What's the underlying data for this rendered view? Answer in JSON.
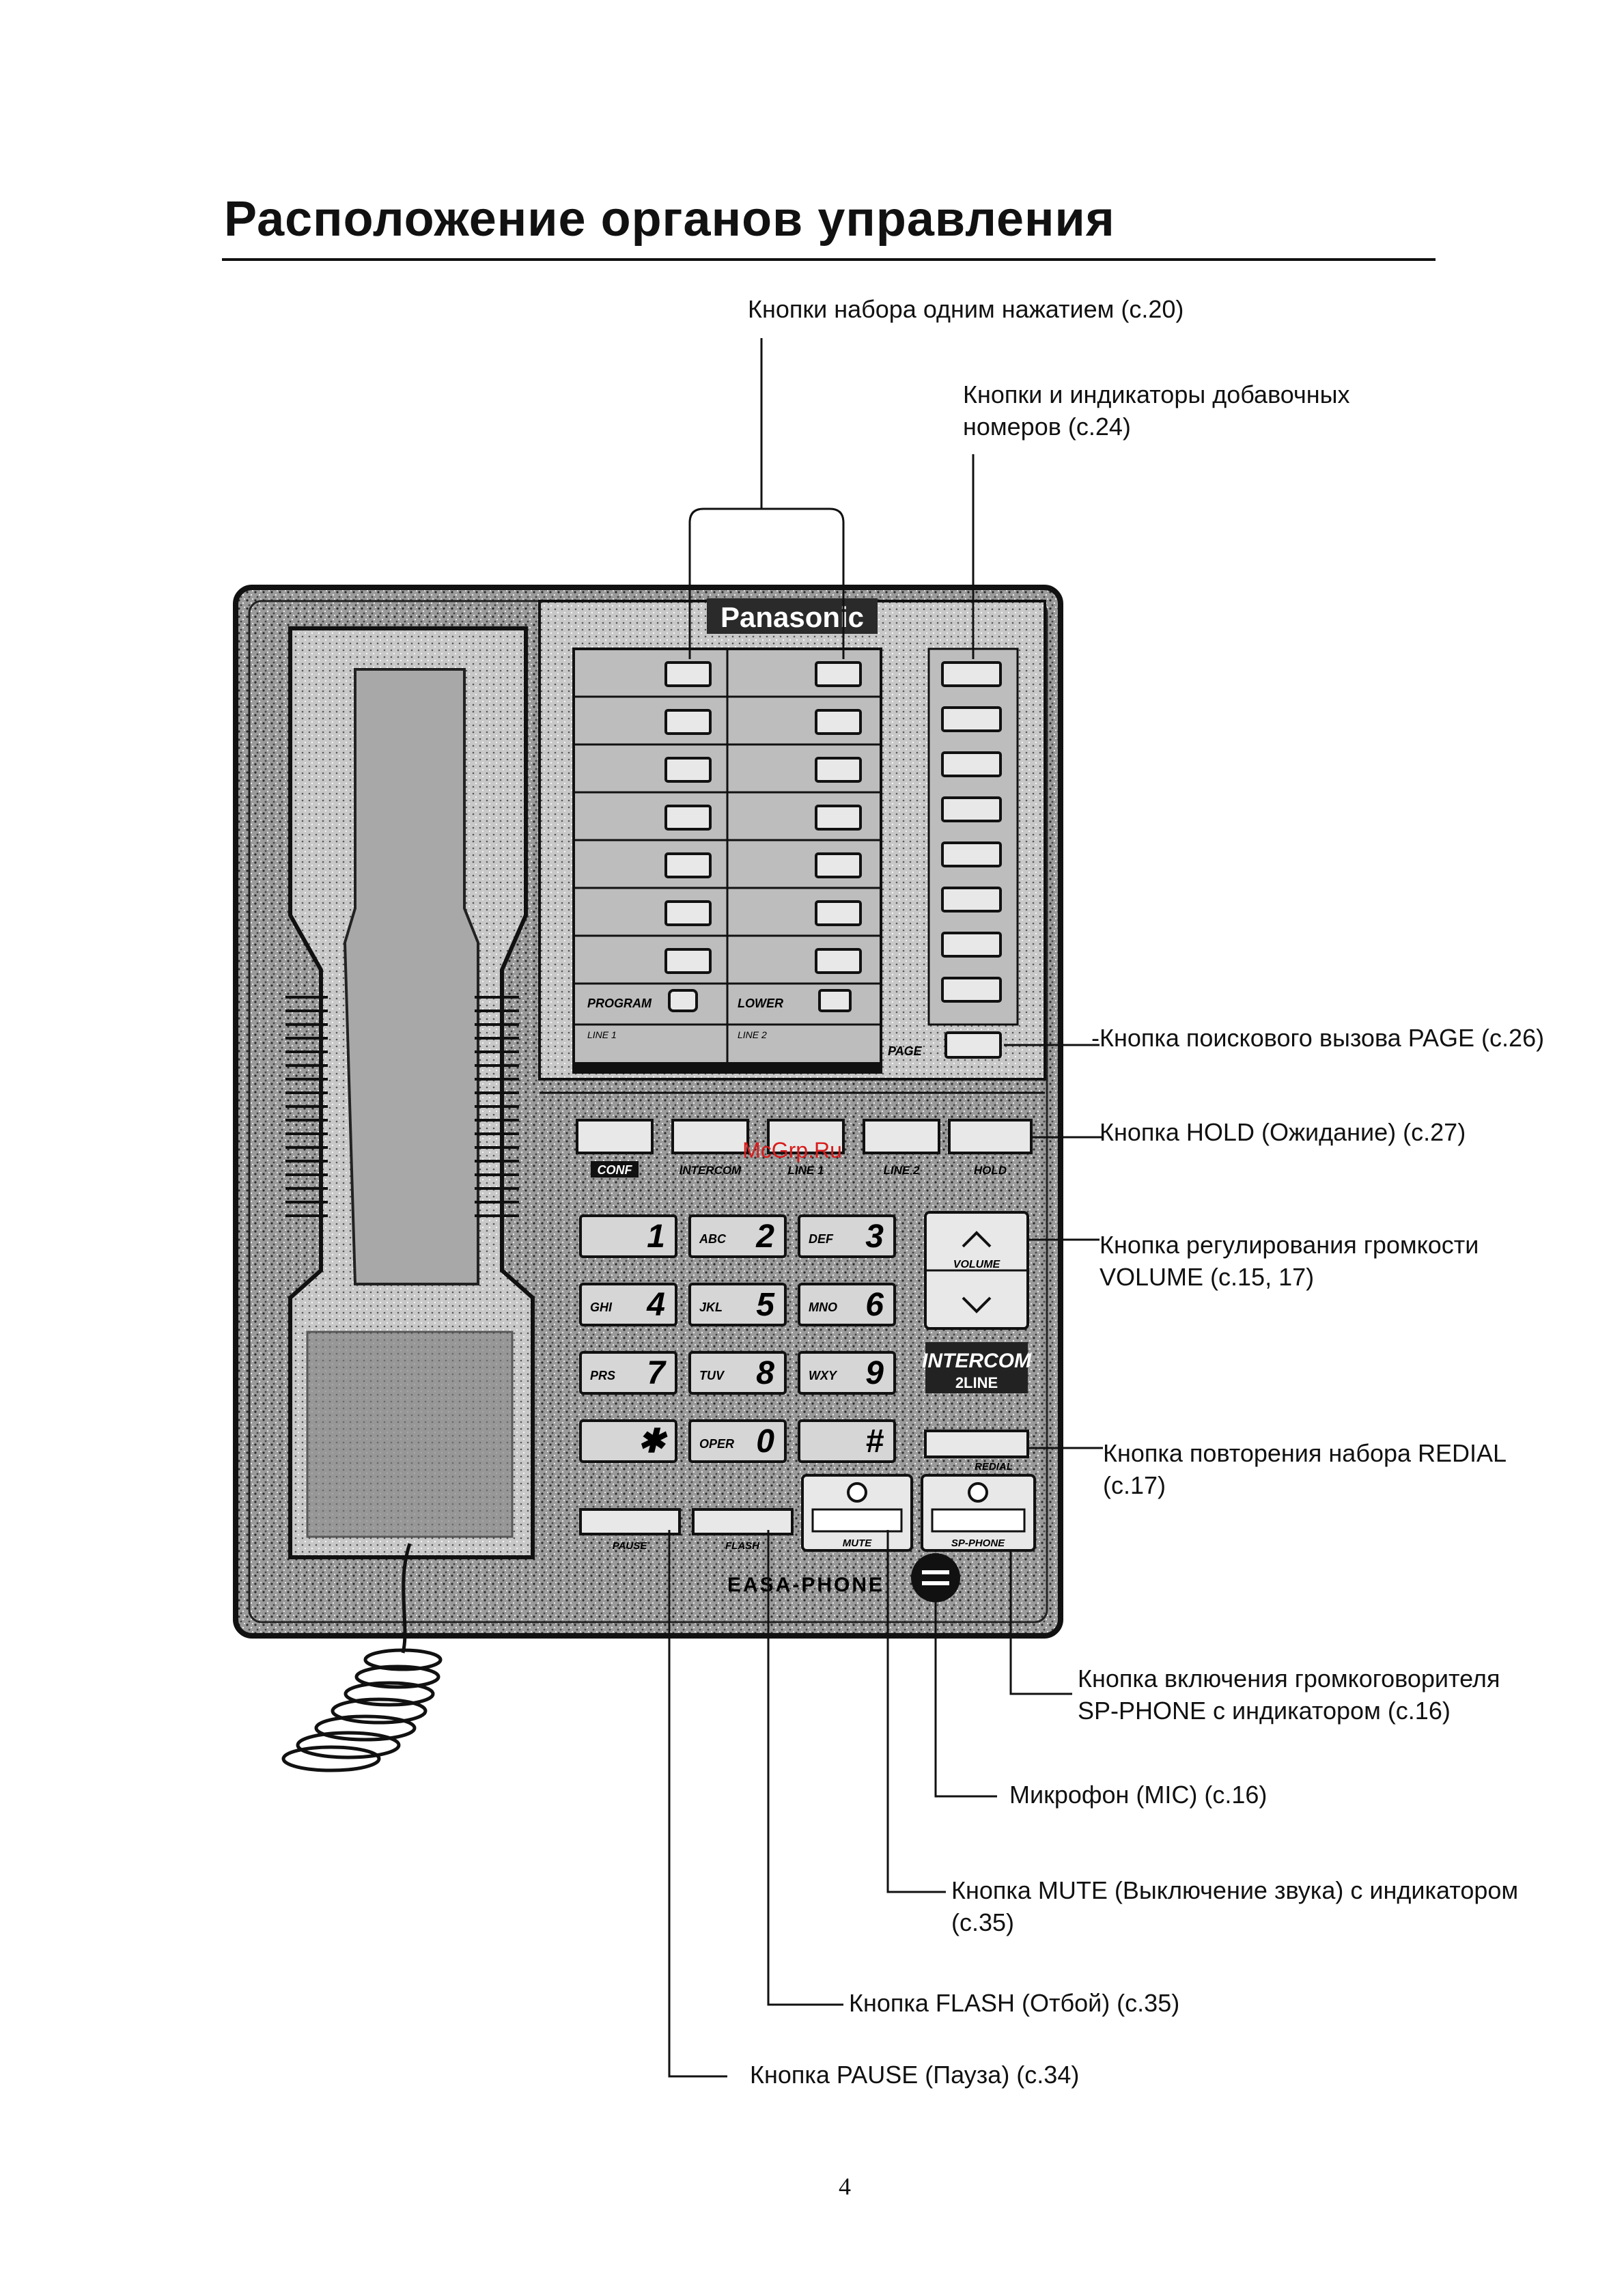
{
  "title": "Расположение органов управления",
  "page_number": "4",
  "watermark": "McGrp.Ru",
  "phone": {
    "brand": "Panasonic",
    "model": "EASA-PHONE",
    "program_label": "PROGRAM",
    "lower_label": "LOWER",
    "line1_card": "LINE 1",
    "line2_card": "LINE 2",
    "page_label": "PAGE",
    "conf_label": "CONF",
    "intercom_label": "INTERCOM",
    "line1_label": "LINE 1",
    "line2_label": "LINE 2",
    "hold_label": "HOLD",
    "volume_label": "VOLUME",
    "intercom_mode": "INTERCOM",
    "two_line": "2LINE",
    "redial_label": "REDIAL",
    "pause_label": "PAUSE",
    "flash_label": "FLASH",
    "mute_label": "MUTE",
    "spphone_label": "SP-PHONE",
    "keys": [
      {
        "digit": "1",
        "letters": ""
      },
      {
        "digit": "2",
        "letters": "ABC"
      },
      {
        "digit": "3",
        "letters": "DEF"
      },
      {
        "digit": "4",
        "letters": "GHI"
      },
      {
        "digit": "5",
        "letters": "JKL"
      },
      {
        "digit": "6",
        "letters": "MNO"
      },
      {
        "digit": "7",
        "letters": "PRS"
      },
      {
        "digit": "8",
        "letters": "TUV"
      },
      {
        "digit": "9",
        "letters": "WXY"
      },
      {
        "digit": "✱",
        "letters": ""
      },
      {
        "digit": "0",
        "letters": "OPER"
      },
      {
        "digit": "#",
        "letters": ""
      }
    ]
  },
  "callouts": {
    "one_touch": "Кнопки набора одним нажатием (с.20)",
    "dss_1": "Кнопки и индикаторы добавочных",
    "dss_2": "номеров (с.24)",
    "page": "-Кнопка поискового вызова PAGE (с.26)",
    "hold": "Кнопка HOLD (Ожидание) (с.27)",
    "volume_1": "Кнопка регулирования громкости",
    "volume_2": "VOLUME (с.15, 17)",
    "redial_1": "Кнопка повторения набора REDIAL",
    "redial_2": "(с.17)",
    "spphone_1": "Кнопка включения громкоговорителя",
    "spphone_2": "SP-PHONE с индикатором (с.16)",
    "mic": "Микрофон (MIC) (с.16)",
    "mute_1": "Кнопка MUTE (Выключение звука) с индикатором",
    "mute_2": "(с.35)",
    "flash": "Кнопка FLASH (Отбой) (с.35)",
    "pause": "Кнопка PAUSE (Пауза) (с.34)"
  }
}
